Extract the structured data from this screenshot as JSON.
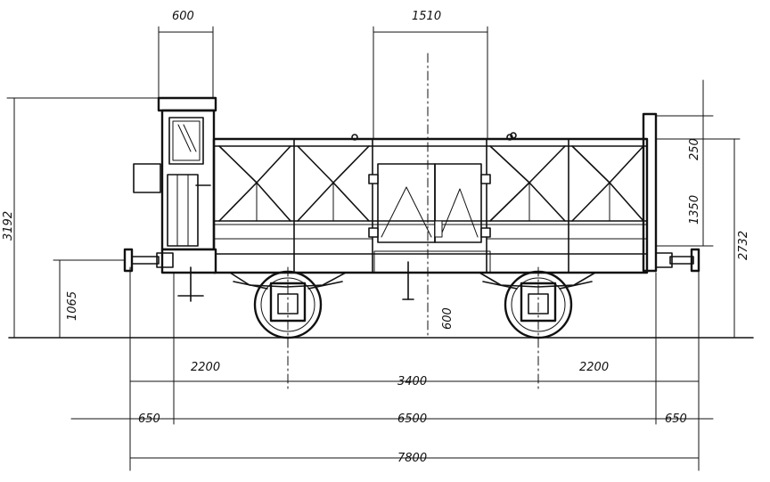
{
  "dimensions": {
    "top_600": "600",
    "top_1510": "1510",
    "left_3192": "3192",
    "left_1065": "1065",
    "right_2732": "2732",
    "right_250": "250",
    "right_1350": "1350",
    "center_600": "600",
    "wheelbase_2200_left": "2200",
    "wheelbase_3400": "3400",
    "wheelbase_2200_right": "2200",
    "frame_650_left": "650",
    "frame_6500": "6500",
    "frame_650_right": "650",
    "overall_7800": "7800"
  }
}
